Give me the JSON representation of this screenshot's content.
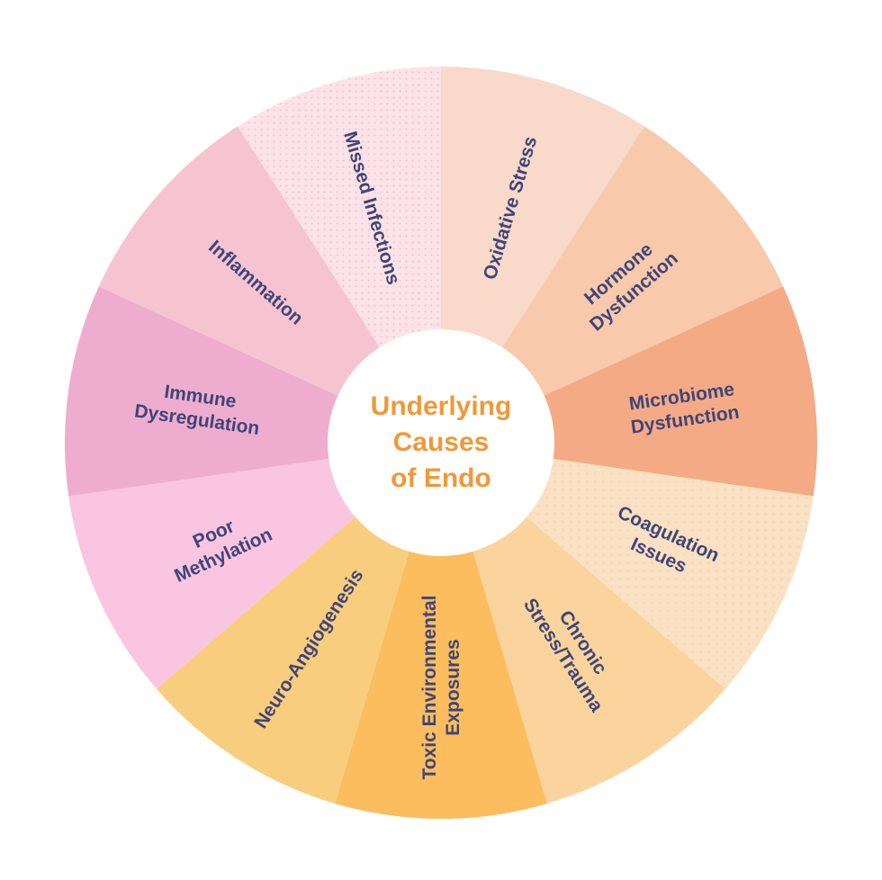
{
  "page": {
    "background_color": "#ffffff"
  },
  "center": {
    "title": "Underlying\nCauses\nof Endo",
    "title_color": "#f0983a"
  },
  "chart_data": {
    "type": "pie",
    "title": "Underlying Causes of Endo",
    "equal_slices": true,
    "slice_count": 11,
    "start_angle_deg_from_top": 0,
    "direction": "clockwise",
    "label_color": "#3f4578",
    "legend": "none",
    "segments": [
      {
        "label": "Oxidative Stress",
        "color": "#f8d9ca"
      },
      {
        "label": "Hormone\nDysfunction",
        "color": "#f8c9ab"
      },
      {
        "label": "Microbiome\nDysfunction",
        "color": "#f4aa85"
      },
      {
        "label": "Coagulation\nIssues",
        "color": "#fae1c3",
        "pattern": "tan-dots"
      },
      {
        "label": "Chronic\nStress/Trauma",
        "color": "#fbd49d"
      },
      {
        "label": "Toxic Environmental\nExposures",
        "color": "#fbbd5d"
      },
      {
        "label": "Neuro-Angiogenesis",
        "color": "#f8cd7d"
      },
      {
        "label": "Poor\nMethylation",
        "color": "#f9c5e0"
      },
      {
        "label": "Immune\nDysregulation",
        "color": "#eeadce"
      },
      {
        "label": "Inflammation",
        "color": "#f5c4d0"
      },
      {
        "label": "Missed Infections",
        "color": "#fce3e7",
        "pattern": "pink-dots"
      }
    ],
    "pattern_colors": {
      "pink-dots": "#efb9c7",
      "tan-dots": "#ecc69c"
    }
  }
}
